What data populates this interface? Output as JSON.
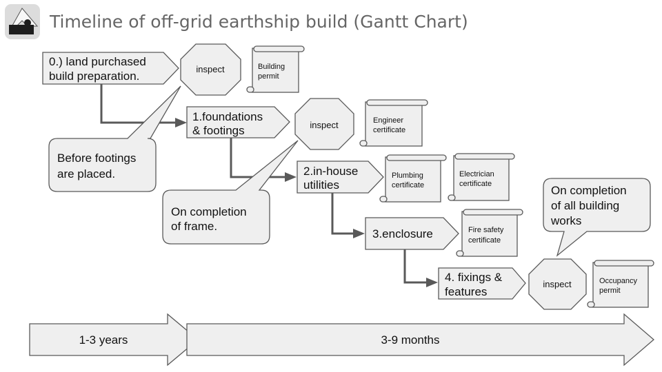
{
  "header": {
    "title": "Timeline of off-grid earthship build (Gantt Chart)",
    "logo_icon": "earthship-logo-icon"
  },
  "stages": [
    {
      "lines": [
        "0.) land purchased",
        "build preparation."
      ]
    },
    {
      "lines": [
        "1.foundations",
        "& footings"
      ]
    },
    {
      "lines": [
        "2.in-house",
        "utilities"
      ]
    },
    {
      "lines": [
        "3.enclosure"
      ]
    },
    {
      "lines": [
        "4. fixings &",
        "features"
      ]
    }
  ],
  "inspections": [
    {
      "label": "inspect"
    },
    {
      "label": "inspect"
    },
    {
      "label": "inspect"
    }
  ],
  "documents": [
    {
      "lines": [
        "Building",
        "permit"
      ]
    },
    {
      "lines": [
        "Engineer",
        "certificate"
      ]
    },
    {
      "lines": [
        "Plumbing",
        "certificate"
      ]
    },
    {
      "lines": [
        "Electrician",
        "certificate"
      ]
    },
    {
      "lines": [
        "Fire safety",
        "certificate"
      ]
    },
    {
      "lines": [
        "Occupancy",
        "permit"
      ]
    }
  ],
  "callouts": [
    {
      "lines": [
        "Before footings",
        "are placed."
      ]
    },
    {
      "lines": [
        "On completion",
        "of frame."
      ]
    },
    {
      "lines": [
        "On completion",
        "of all building",
        "works"
      ]
    }
  ],
  "timeline": [
    {
      "label": "1-3 years"
    },
    {
      "label": "3-9 months"
    }
  ],
  "colors": {
    "shape_fill": "#efefef",
    "outline": "#595959",
    "title_text": "#666666"
  }
}
